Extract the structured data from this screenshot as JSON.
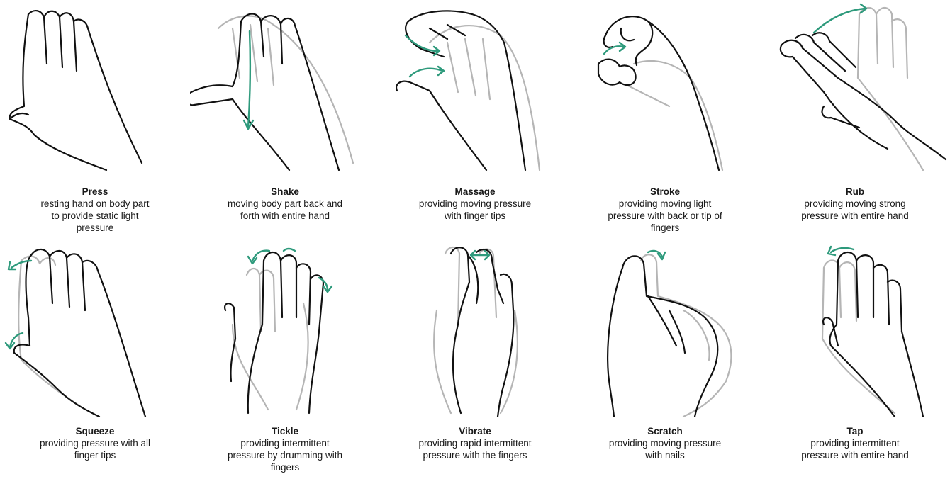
{
  "colors": {
    "arrow": "#2e9a7c",
    "outline": "#111111",
    "ghost": "#b5b5b5"
  },
  "gestures": [
    {
      "title": "Press",
      "description": "resting hand on body part to provide static light pressure"
    },
    {
      "title": "Shake",
      "description": "moving body part back and forth with entire hand"
    },
    {
      "title": "Massage",
      "description": "providing moving pressure with finger tips"
    },
    {
      "title": "Stroke",
      "description": "providing moving light pressure with back or tip of fingers"
    },
    {
      "title": "Rub",
      "description": "providing moving strong pressure with entire hand"
    },
    {
      "title": "Squeeze",
      "description": "providing pressure with all finger tips"
    },
    {
      "title": "Tickle",
      "description": "providing intermittent pressure by drumming with fingers"
    },
    {
      "title": "Vibrate",
      "description": "providing rapid intermittent pressure with the fingers"
    },
    {
      "title": "Scratch",
      "description": "providing moving pressure with nails"
    },
    {
      "title": "Tap",
      "description": "providing intermittent pressure with entire hand"
    }
  ]
}
